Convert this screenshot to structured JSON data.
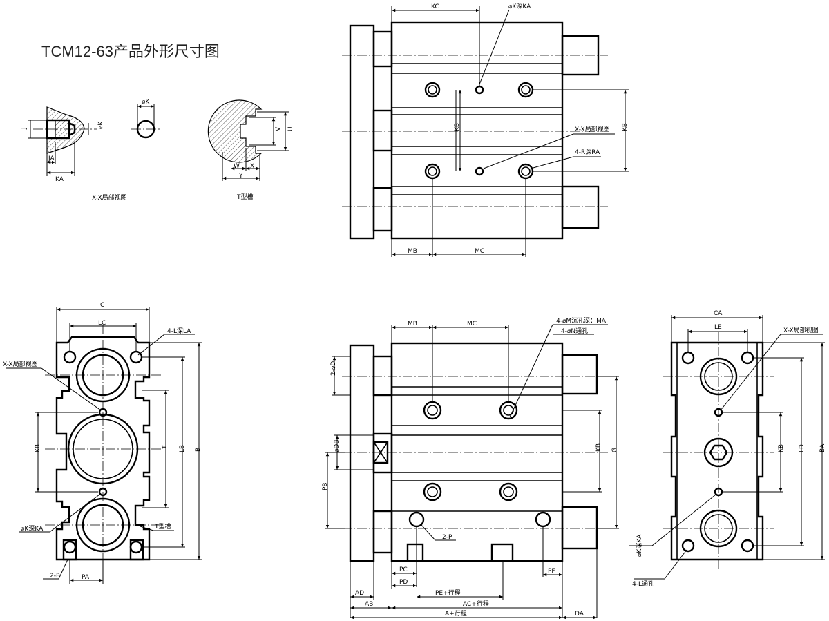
{
  "title": "TCM12-63产品外形尺寸图",
  "detail": {
    "xx_caption": "X-X局部视图",
    "t_caption": "T型槽",
    "labels": {
      "J": "J",
      "JA": "JA",
      "KA": "KA",
      "phiK_small": "⌀K",
      "phiK": "⌀K",
      "U": "U",
      "V": "V",
      "W": "W",
      "X": "X",
      "Y": "Y"
    }
  },
  "top_view": {
    "KC": "KC",
    "phiK_depth_KA": "⌀K深KA",
    "xx_view": "X-X局部视图",
    "R4_depth_RA": "4-R深RA",
    "KB_left": "KB",
    "KB_right": "KB",
    "MB": "MB",
    "MC": "MC"
  },
  "end_view": {
    "C": "C",
    "LC": "LC",
    "L4_depth_LA": "4-L深LA",
    "xx_view": "X-X局部视图",
    "KB": "KB",
    "T": "T",
    "LB": "LB",
    "B": "B",
    "phiK_depth_KA": "⌀K深KA",
    "t_slot": "T型槽",
    "P2": "2-P",
    "PA": "PA"
  },
  "side_view": {
    "MB": "MB",
    "MC": "MC",
    "M4_counterbore": "4-⌀M沉孔深：MA",
    "N4_through": "4-⌀N通孔",
    "D2": "2-⌀D",
    "DB": "⌀DB",
    "PB": "PB",
    "KB": "KB",
    "G": "G",
    "P2": "2-P",
    "PC": "PC",
    "PD": "PD",
    "PF": "PF",
    "AD": "AD",
    "PE_stroke": "PE+行程",
    "AB": "AB",
    "AC_stroke": "AC+行程",
    "A_stroke": "A+行程",
    "DA": "DA"
  },
  "rear_view": {
    "CA": "CA",
    "LE": "LE",
    "xx_view": "X-X局部视图",
    "KB": "KB",
    "LD": "LD",
    "BA": "BA",
    "phiK_depth_KA": "⌀K深KA",
    "L4_through": "4-L通孔"
  }
}
